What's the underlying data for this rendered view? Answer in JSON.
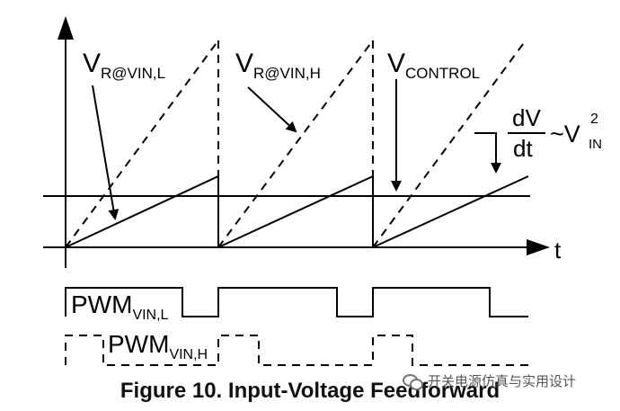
{
  "labels": {
    "v_r_low_main": "V",
    "v_r_low_sub": "R@VIN,L",
    "v_r_high_main": "V",
    "v_r_high_sub": "R@VIN,H",
    "v_control_main": "V",
    "v_control_sub": "CONTROL",
    "t_axis": "t",
    "dv": "dV",
    "dt": "dt",
    "prop_main": "~V",
    "prop_sup": "2",
    "prop_sub": "IN",
    "pwm_low_main": "PWM",
    "pwm_low_sub": "VIN,L",
    "pwm_high_main": "PWM",
    "pwm_high_sub": "VIN,H"
  },
  "caption": "Figure 10. Input-Voltage Feedforward",
  "watermark": "开关电源仿真与实用设计",
  "colors": {
    "line": "#000000",
    "caption": "#111111"
  }
}
